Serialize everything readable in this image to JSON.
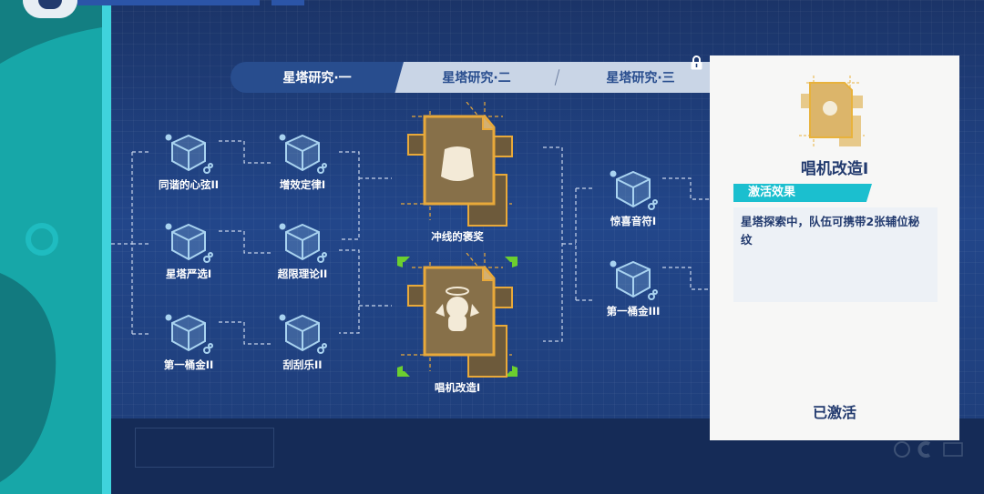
{
  "tabs": [
    {
      "label": "星塔研究·一",
      "active": true
    },
    {
      "label": "星塔研究·二",
      "active": false
    },
    {
      "label": "星塔研究·三",
      "active": false,
      "locked": true
    }
  ],
  "tree": {
    "column1": [
      {
        "label": "同谐的心弦II"
      },
      {
        "label": "星塔严选I"
      },
      {
        "label": "第一桶金II"
      }
    ],
    "column2": [
      {
        "label": "增效定律I"
      },
      {
        "label": "超限理论II"
      },
      {
        "label": "刮刮乐II"
      }
    ],
    "cards": [
      {
        "label": "冲线的褒奖",
        "icon": "bag-icon"
      },
      {
        "label": "唱机改造I",
        "icon": "angel-icon",
        "selected": true
      }
    ],
    "column3": [
      {
        "label": "惊喜音符I"
      },
      {
        "label": "第一桶金III"
      }
    ]
  },
  "detail": {
    "title": "唱机改造I",
    "section": "激活效果",
    "description": "星塔探索中，队伍可携带2张辅位秘纹",
    "status": "已激活"
  },
  "colors": {
    "background": "#1f3e78",
    "accent_cyan": "#1bbfcf",
    "card_gold": "#e8a93a",
    "selection_green": "#6ccf2f",
    "panel": "#f7f7f6",
    "text_dark": "#223a6e"
  }
}
